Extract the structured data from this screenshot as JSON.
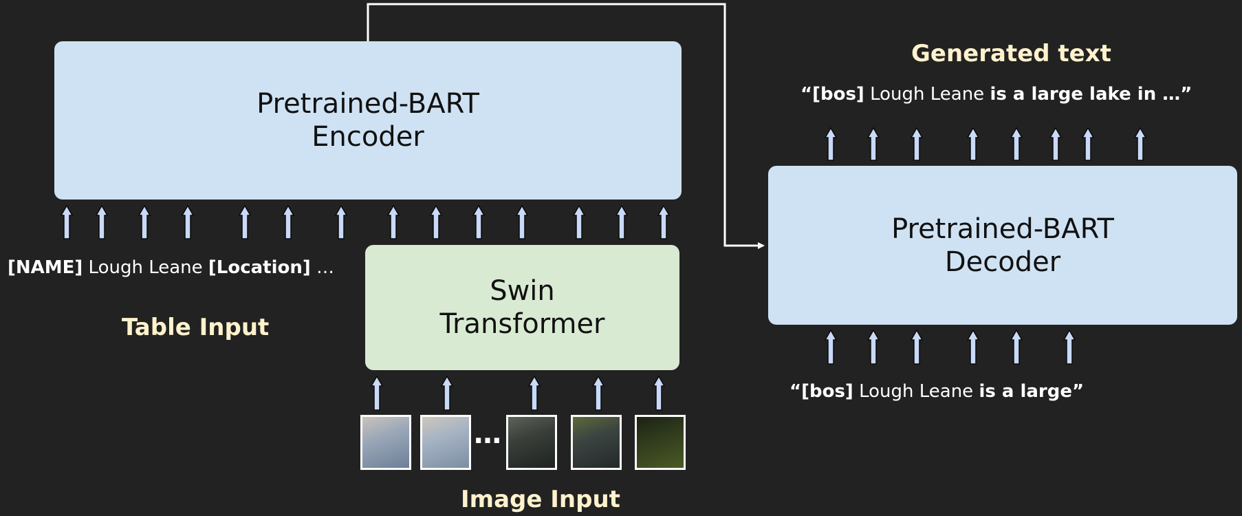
{
  "encoder": {
    "line1": "Pretrained-BART",
    "line2": "Encoder"
  },
  "decoder": {
    "line1": "Pretrained-BART",
    "line2": "Decoder"
  },
  "swin": {
    "line1": "Swin",
    "line2": "Transformer"
  },
  "labels": {
    "table_input": "Table Input",
    "image_input": "Image Input",
    "generated_text": "Generated text"
  },
  "table_tokens": [
    {
      "text": "[NAME]",
      "bold": true
    },
    {
      "text": " Lough Leane ",
      "bold": false
    },
    {
      "text": "[Location]",
      "bold": true
    },
    {
      "text": " …",
      "bold": false
    }
  ],
  "decoder_input_tokens": [
    {
      "text": "“[bos]",
      "bold": true
    },
    {
      "text": " Lough Leane ",
      "bold": false
    },
    {
      "text": "is a large”",
      "bold": true
    }
  ],
  "generated_tokens": [
    {
      "text": "“[bos]",
      "bold": true
    },
    {
      "text": " Lough Leane ",
      "bold": false
    },
    {
      "text": "is a large lake in …”",
      "bold": true
    }
  ],
  "image_ellipsis": "…",
  "image_patches": [
    {
      "icon": "sky-patch-icon",
      "colors": [
        "#9aa7b8",
        "#6d7f97",
        "#c9c3bb"
      ]
    },
    {
      "icon": "sky-patch-icon",
      "colors": [
        "#a5b3c3",
        "#7d8ea3",
        "#cfc7bc"
      ]
    },
    {
      "icon": "water-patch-icon",
      "colors": [
        "#3a3f3a",
        "#1e2320",
        "#5c6459"
      ]
    },
    {
      "icon": "water-patch-icon",
      "colors": [
        "#3c4441",
        "#23292a",
        "#5d6a3a"
      ]
    },
    {
      "icon": "reeds-patch-icon",
      "colors": [
        "#2f3a1d",
        "#4a5a25",
        "#1b2212"
      ]
    }
  ],
  "colors": {
    "background": "#222222",
    "bart_box": "#cfe2f3",
    "swin_box": "#d9ead3",
    "arrow_fill": "#c9daf8",
    "label_yellow": "#fff2cc"
  }
}
